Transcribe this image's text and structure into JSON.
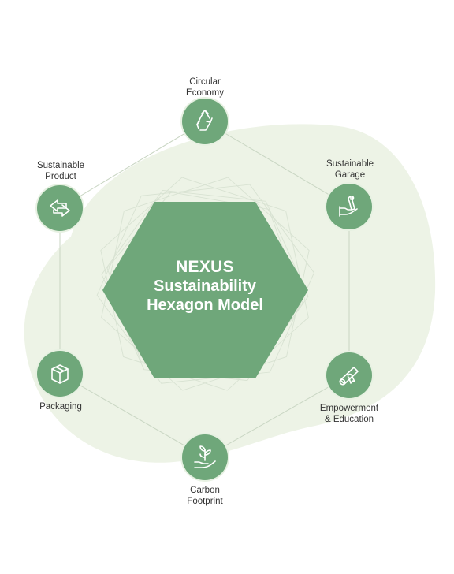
{
  "center": {
    "line1": "NEXUS",
    "line2": "Sustainability",
    "line3": "Hexagon Model"
  },
  "nodes": [
    {
      "id": "circular-economy",
      "label_lines": [
        "Circular",
        "Economy"
      ],
      "icon": "recycle-icon"
    },
    {
      "id": "sustainable-garage",
      "label_lines": [
        "Sustainable",
        "Garage"
      ],
      "icon": "wrench-hand-icon"
    },
    {
      "id": "empowerment-education",
      "label_lines": [
        "Empowerment",
        "& Education"
      ],
      "icon": "diploma-scroll-icon"
    },
    {
      "id": "carbon-footprint",
      "label_lines": [
        "Carbon",
        "Footprint"
      ],
      "icon": "sprout-hand-icon"
    },
    {
      "id": "packaging",
      "label_lines": [
        "Packaging"
      ],
      "icon": "box-icon"
    },
    {
      "id": "sustainable-product",
      "label_lines": [
        "Sustainable",
        "Product"
      ],
      "icon": "exchange-arrows-icon"
    }
  ],
  "colors": {
    "hexagon": "#6fa77a",
    "node": "#6fa77a",
    "blob": "#edf3e6",
    "connector": "#c9d6c3",
    "text": "#333333"
  }
}
